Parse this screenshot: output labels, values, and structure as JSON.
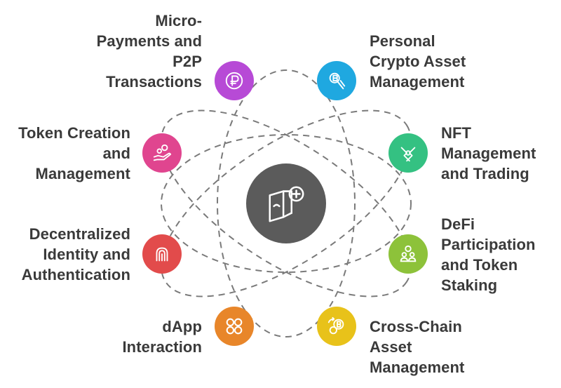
{
  "diagram": {
    "center": {
      "icon": "wallet-plus-icon",
      "color": "#5b5b5b"
    },
    "orbit_color": "#7a7a7a",
    "text_color": "#3a3a3a",
    "nodes": {
      "micropayments": {
        "label": "Micro-\nPayments and\nP2P\nTransactions",
        "icon": "ruble-coin-icon",
        "color": "#b74ad6"
      },
      "token_creation": {
        "label": "Token Creation\nand\nManagement",
        "icon": "hand-coins-icon",
        "color": "#e0458f"
      },
      "identity": {
        "label": "Decentralized\nIdentity and\nAuthentication",
        "icon": "fingerprint-icon",
        "color": "#e24b4b"
      },
      "dapp": {
        "label": "dApp\nInteraction",
        "icon": "apps-grid-icon",
        "color": "#e8862a"
      },
      "personal_assets": {
        "label": "Personal\nCrypto Asset\nManagement",
        "icon": "bitcoin-hand-icon",
        "color": "#1fa8e0"
      },
      "nft": {
        "label": "NFT\nManagement\nand Trading",
        "icon": "handshake-icon",
        "color": "#34c182"
      },
      "defi": {
        "label": "DeFi\nParticipation\nand Token\nStaking",
        "icon": "staking-people-icon",
        "color": "#8dc23a"
      },
      "cross_chain": {
        "label": "Cross-Chain\nAsset\nManagement",
        "icon": "crypto-exchange-icon",
        "color": "#e8c21a"
      }
    }
  }
}
